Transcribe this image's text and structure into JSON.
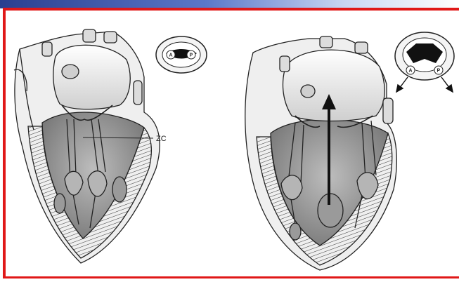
{
  "figure": {
    "label_zc": "ZC",
    "left_inset": {
      "marker_a": "A",
      "marker_p": "P"
    },
    "right_inset": {
      "marker_a": "A",
      "marker_p": "P"
    }
  },
  "colors": {
    "frame_border": "#e01818",
    "top_bar": "#2a3f8f",
    "ink": "#222222",
    "chamber_fill": "#8e8e8e",
    "chamber_light": "#d8d8d8"
  },
  "icons": [
    "arrow-up-icon",
    "arrow-out-icon"
  ]
}
